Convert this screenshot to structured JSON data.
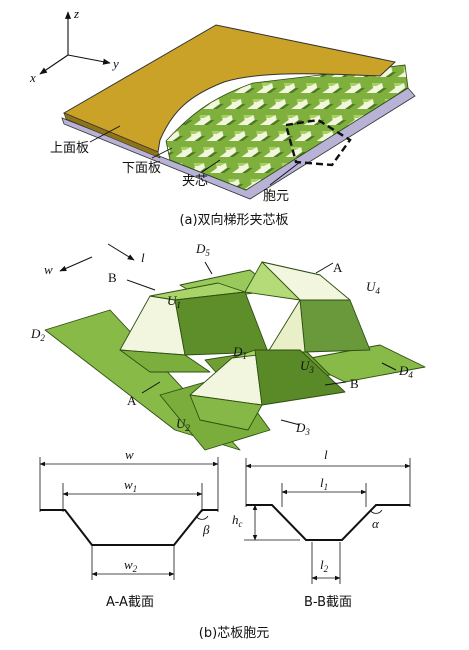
{
  "panel_a": {
    "axes": {
      "z": "z",
      "y": "y",
      "x": "x"
    },
    "labels": {
      "top_face": "上面板",
      "bottom_face": "下面板",
      "core": "夹芯",
      "cell": "胞元"
    },
    "caption": "(a)双向梯形夹芯板"
  },
  "panel_b": {
    "dir_w": "w",
    "dir_l": "l",
    "cut_A": "A",
    "cut_B": "B",
    "faces": {
      "U": "U",
      "D": "D",
      "u1": "1",
      "u2": "2",
      "u3": "3",
      "u4": "4",
      "d1": "1",
      "d2": "2",
      "d3": "3",
      "d4": "4",
      "d5": "5"
    },
    "section_aa": {
      "w": "w",
      "w1": "w",
      "w1_sub": "1",
      "w2": "w",
      "w2_sub": "2",
      "beta": "β",
      "title": "A-A截面"
    },
    "section_bb": {
      "l": "l",
      "l1": "l",
      "l1_sub": "1",
      "l2": "l",
      "l2_sub": "2",
      "alpha": "α",
      "hc": "h",
      "hc_sub": "c",
      "title": "B-B截面"
    },
    "caption": "(b)芯板胞元"
  },
  "colors": {
    "face_yellow": "#c9a227",
    "core_green": "#8cbf4a",
    "dark_green": "#4f7d25",
    "light_face": "#f4f7e2"
  }
}
